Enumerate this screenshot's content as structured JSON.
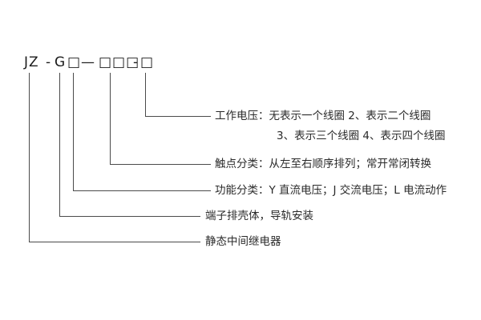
{
  "model_code": {
    "full": "JZ-G□－□□□-□",
    "segments": {
      "series": "JZ",
      "dash1": "-",
      "housing_letter": "G",
      "function_box": "□",
      "long_dash": "—",
      "contact_boxes": "□□□",
      "dash2": "-",
      "voltage_box": "□"
    }
  },
  "labels": {
    "working_voltage_line1": "工作电压：无表示一个线圈    2、表示二个线圈",
    "working_voltage_line2": "3、表示三个线圈    4、表示四个线圈",
    "contact_classification": "触点分类：从左至右顺序排列；常开常闭转换",
    "function_classification": "功能分类：Y 直流电压；J 交流电压；L 电流动作",
    "housing": "端子排壳体，导轨安装",
    "relay_name": "静态中间继电器"
  }
}
